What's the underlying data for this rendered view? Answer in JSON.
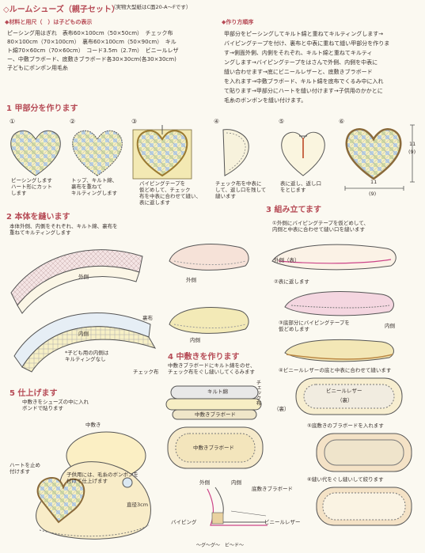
{
  "title": "◇ルームシューズ（親子セット）",
  "title_note": "（実物大型紙はC面20-A〜Fです）",
  "materials": {
    "heading": "◆材料と用尺（　）は子どもの表示",
    "lines": [
      "ピーシング用はぎれ　表布60×100cm（50×50cm）　チェック布",
      "80×100cm（70×100cm）　裏布60×100cm（50×90cm）　キル",
      "ト綿70×60cm（70×60cm）　コード3.5m（2.7m）　ビニールレザ",
      "ー、中敷ブラボード、底敷きブラボード各30×30cm(各30×30cm)",
      "子どもにポンポン用毛糸"
    ]
  },
  "order": {
    "heading": "◆作り方順序",
    "lines": [
      "甲部分をピーシングしてキルト綿と重ねてキルティングします→",
      "バイピングテープを付け、裏布と中表に重ねて縫い甲部分を作りま",
      "す→側面外側、内側をそれぞれ、キルト綿と重ねてキルティ",
      "ングします→バイピングテープをはさんで外側、内側を中表に",
      "縫い合わせます→底にビニールレザーと、底敷きブラボード",
      "を入れます→中敷ブラボード、キルト綿を底布でくるみ中に入れ",
      "て貼ります→甲部分にハートを縫い付けます→子供用のかかとに",
      "毛糸のボンボンを縫い付けます。"
    ]
  },
  "sections": {
    "s1": "1 甲部分を作ります",
    "s2": "2 本体を縫います",
    "s3": "3 組み立てます",
    "s4": "4 中敷きを作ります",
    "s5": "5 仕上げます"
  },
  "step1": {
    "n1": "①",
    "n2": "②",
    "n3": "③",
    "n4": "④",
    "n5": "⑤",
    "n6": "⑥",
    "c1": [
      "ピーシングします",
      "ハート形にカット",
      "します"
    ],
    "c2": [
      "トップ、キルト綿、",
      "裏布を重ねて",
      "キルティングします"
    ],
    "c3": [
      "バイピングテープを",
      "仮どめして、チェック",
      "布を中表に合わせて縫い、",
      "表に返します"
    ],
    "c4": [
      "チェック布を中表に",
      "して、返し口を残して",
      "縫います"
    ],
    "c5": [
      "表に返し、返し口",
      "をとじます"
    ],
    "dim_v1": "11",
    "dim_v2": "(9)",
    "dim_h1": "11",
    "dim_h2": "(9)"
  },
  "step2": {
    "intro": [
      "本体外側、内側をそれぞれ、キルト綿、裏布を",
      "重ねてキルティングします"
    ],
    "outer": "外側",
    "inner": "内側",
    "lining": "裏布",
    "outer2": "外側",
    "inner2": "内側",
    "note": [
      "*子ども用の内側は",
      "キルティングなし"
    ],
    "check": "チェック布"
  },
  "step3": {
    "c1": [
      "①外側にバイピングテープを仮どめして、",
      "内側と中表に合わせて縫い口を縫います"
    ],
    "outer": "外側（表）",
    "c2": "②表に返します",
    "c3": [
      "③底部分にバイピングテープを",
      "仮どめします"
    ],
    "inner": "内側",
    "c4": "④ビニールレザーの底と中表に合わせて縫います",
    "vinyl": "ビニールレザー",
    "back": "（裏）",
    "back2": "（裏）",
    "c5": "⑤底敷きのブラボードを入れます",
    "c6": "⑥縫い代をぐし縫いして絞ります"
  },
  "step4": {
    "intro": [
      "中敷きブラボードにキルト綿をのせ、",
      "チェック布をぐし縫いしてくるみます"
    ],
    "batting": "キルト綿",
    "check": "チェック布",
    "board": "中敷きブラボード",
    "board2": "中敷きブラボード",
    "outer": "外側",
    "inner": "内側",
    "sole": "底敷きブラボード",
    "piping": "バイピング",
    "vinyl": "ビニールレザー",
    "bottom": "〜グ〜グ〜　ビ〜ド〜"
  },
  "step5": {
    "intro": [
      "中敷きをシューズの中に入れ",
      "ボンドで貼ります"
    ],
    "insole": "中敷き",
    "heart": [
      "ハートを止め",
      "付けます"
    ],
    "kid": [
      "子供用には、毛糸のボンボンを",
      "付けて仕上げます"
    ],
    "dia": "直径3cm"
  }
}
